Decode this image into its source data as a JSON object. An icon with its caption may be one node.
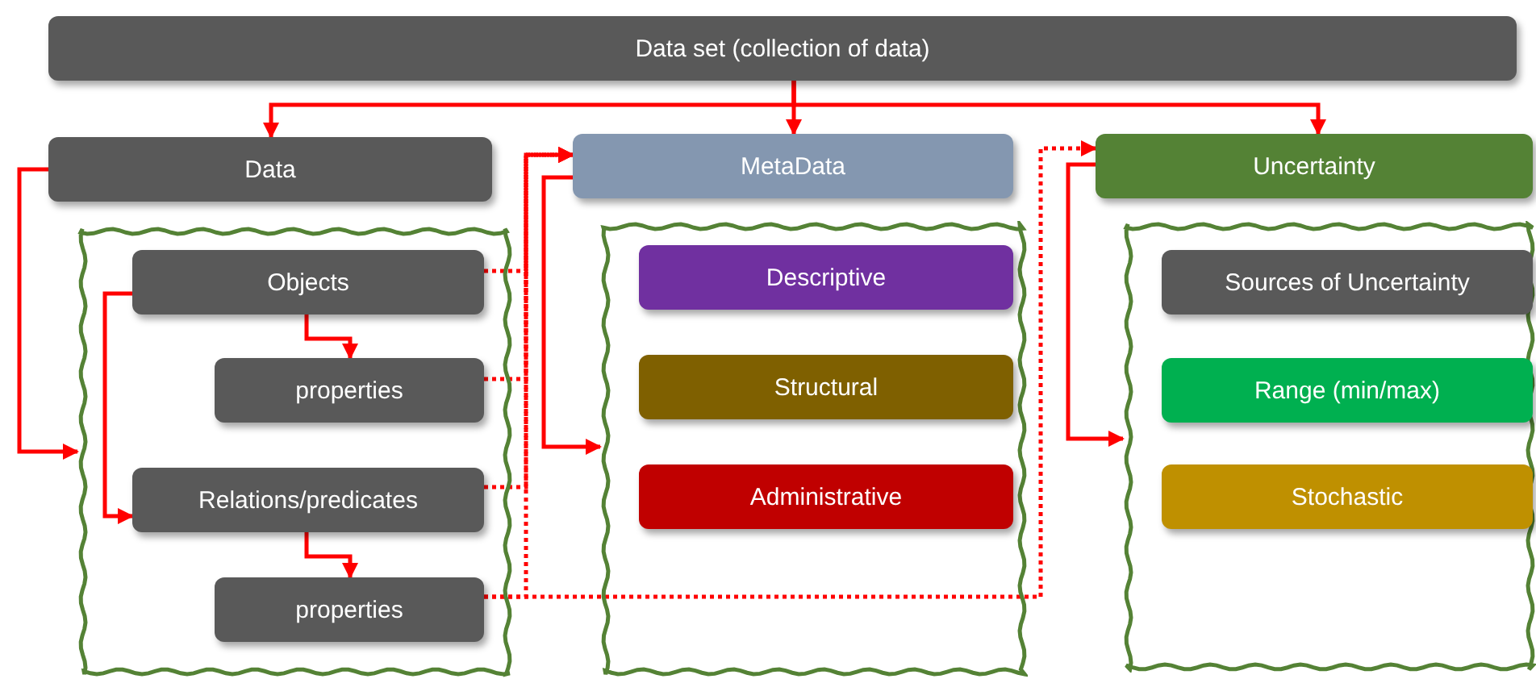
{
  "diagram": {
    "nodes": [
      {
        "text": [
          "Data set (collection of data)"
        ]
      },
      {
        "text": [
          "Data"
        ]
      },
      {
        "text": [],
        "shape": "box"
      },
      {
        "text": [
          "Objects"
        ],
        "in": 2
      },
      {
        "text": [
          "properties"
        ],
        "in": 2
      },
      {
        "text": [
          "Relations/predicates"
        ],
        "in": 2
      },
      {
        "text": [
          "properties"
        ],
        "in": 2
      },
      {
        "text": [
          "MetaData"
        ]
      },
      {
        "text": [],
        "shape": "box"
      },
      {
        "text": [
          "Descriptive"
        ],
        "in": 8
      },
      {
        "text": [
          "Structural"
        ],
        "in": 8
      },
      {
        "text": [
          "Administrative"
        ],
        "in": 8
      },
      {
        "text": [
          "Uncertainty"
        ]
      },
      {
        "text": [],
        "shape": "box"
      },
      {
        "text": [
          "Sources of Uncertainty"
        ],
        "in": 13
      },
      {
        "text": [
          "Range (min/max)"
        ],
        "in": 13
      },
      {
        "text": [
          "Stochastic"
        ],
        "in": 13
      }
    ],
    "edges": [
      {
        "from": 0,
        "to": 1,
        "arrow": "to"
      },
      {
        "from": 0,
        "to": 7,
        "arrow": "to"
      },
      {
        "from": 0,
        "to": 12,
        "arrow": "to"
      },
      {
        "from": 1,
        "to": 2,
        "arrow": "to"
      },
      {
        "from": 3,
        "to": 4,
        "arrow": "to"
      },
      {
        "from": 3,
        "to": 5,
        "arrow": "to"
      },
      {
        "from": 5,
        "to": 6,
        "arrow": "to"
      },
      {
        "from": 7,
        "to": 8,
        "arrow": "to"
      },
      {
        "from": 12,
        "to": 13,
        "arrow": "to"
      },
      {
        "from": 3,
        "to": 7,
        "arrow": "to",
        "style": "dashed"
      },
      {
        "from": 4,
        "to": 7,
        "arrow": "to",
        "style": "dashed"
      },
      {
        "from": 5,
        "to": 7,
        "arrow": "to",
        "style": "dashed"
      },
      {
        "from": 6,
        "to": 7,
        "arrow": "to",
        "style": "dashed"
      },
      {
        "from": 6,
        "to": 12,
        "arrow": "to",
        "style": "dashed"
      }
    ]
  }
}
